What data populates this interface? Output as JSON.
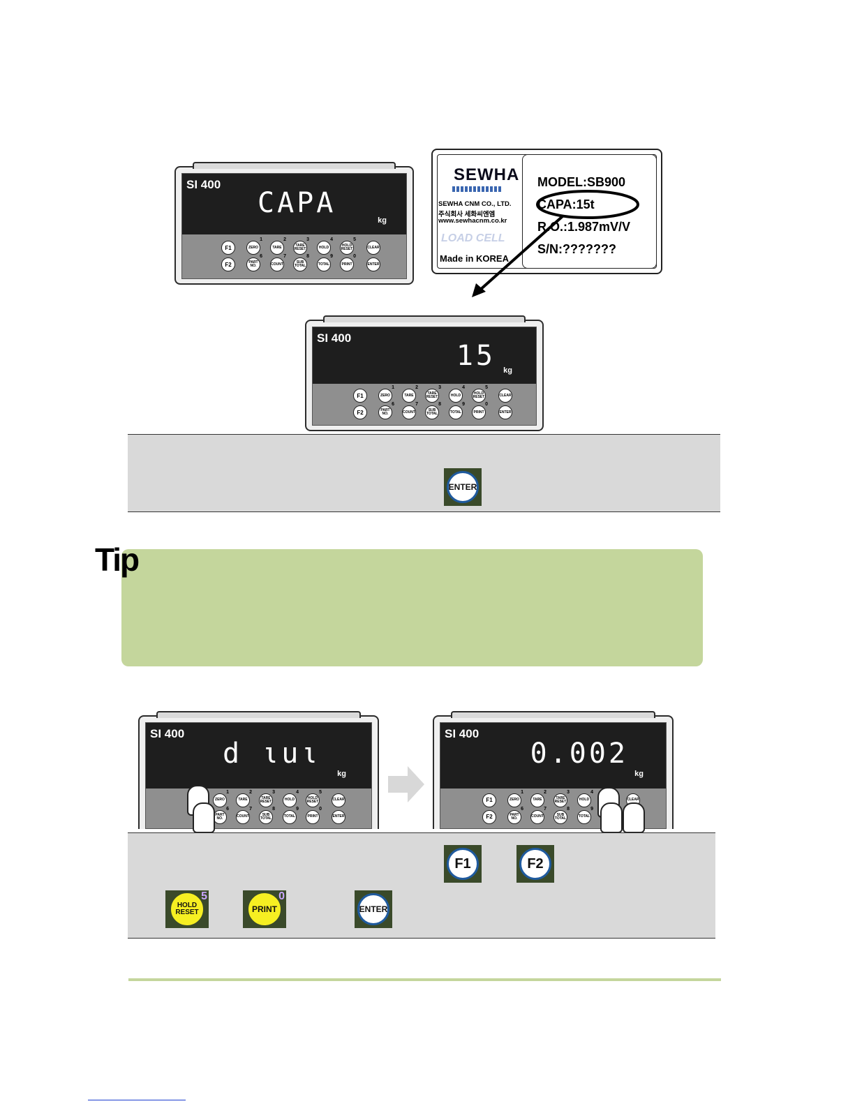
{
  "indicator": {
    "model": "SI 400",
    "unit": "kg",
    "keys": {
      "f1": "F1",
      "f2": "F2",
      "zero": "ZERO",
      "tare": "TARE",
      "tare_reset": "TARE RESET",
      "hold": "HOLD",
      "hold_reset": "HOLD RESET",
      "clear": "CLEAR",
      "part_no": "PART NO.",
      "count": "COUNT",
      "sub_total": "SUB TOTAL",
      "total": "TOTAL",
      "print": "PRINT",
      "enter": "ENTER",
      "n1": "1",
      "n2": "2",
      "n3": "3",
      "n4": "4",
      "n5": "5",
      "n6": "6",
      "n7": "7",
      "n8": "8",
      "n9": "9",
      "n0": "0"
    }
  },
  "displays": {
    "top_left": "CAPA",
    "middle": "15",
    "bottom_left": "d ιuι",
    "bottom_right": "0.002"
  },
  "label": {
    "brand": "SEWHA",
    "company_en": "SEWHA CNM CO., LTD.",
    "company_kr": "주식회사 세화씨엔엠",
    "website": "www.sewhacnm.co.kr",
    "product": "LOAD CELL",
    "origin": "Made in KOREA",
    "model": "MODEL:SB900",
    "capa": "CAPA:15t",
    "ro": "R.O.:1.987mV/V",
    "sn": "S/N:???????"
  },
  "buttons": {
    "enter": "ENTER",
    "f1": "F1",
    "f2": "F2",
    "hold_reset": "HOLD RESET",
    "hold_reset_num": "5",
    "print": "PRINT",
    "print_num": "0"
  },
  "tip": {
    "title": "Tip"
  },
  "colors": {
    "tip_bg": "#c4d69c",
    "gray_bar": "#d9d9d9",
    "screen": "#1e1e1e"
  }
}
